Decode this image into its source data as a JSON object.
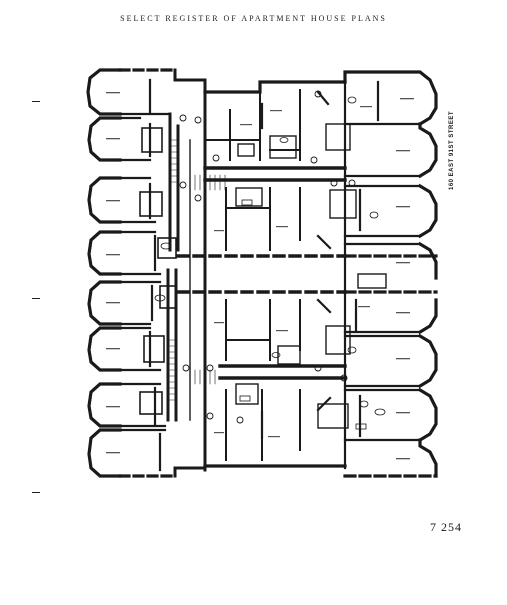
{
  "header": {
    "title": "SELECT REGISTER OF APARTMENT HOUSE PLANS"
  },
  "plan": {
    "street_label": "160 EAST 91ST STREET"
  },
  "footer": {
    "plate_number": "7 254"
  },
  "colors": {
    "ink": "#1a1a1a",
    "paper": "#ffffff"
  }
}
